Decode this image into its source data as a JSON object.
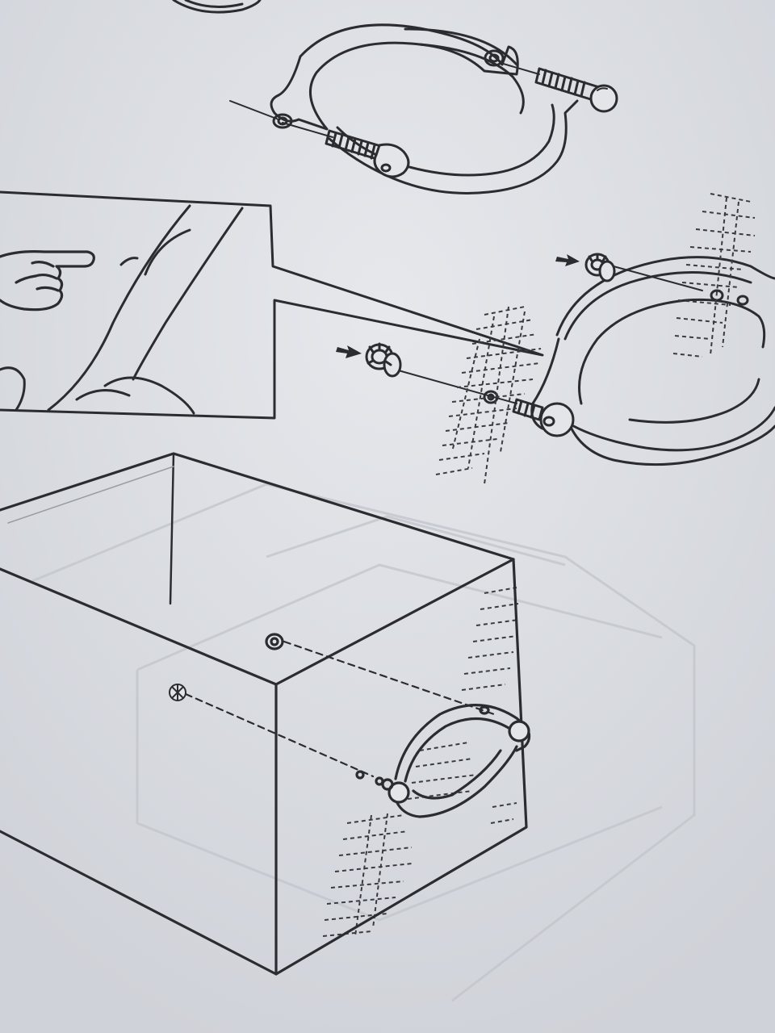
{
  "document": {
    "type": "assembly-instructions",
    "text": []
  },
  "palette": {
    "paper": "#dcdfe4",
    "paper_shadow": "#c9ccd2",
    "ink": "#2b2c30",
    "ghost": "#c3c6cc"
  },
  "illustrations": [
    "handle-exploded-view",
    "detail-callout-with-pointing-hand",
    "handle-with-bolts-inserted",
    "box-with-handle-attached"
  ],
  "icons": [
    "pointing-hand-icon",
    "insert-arrow-icon",
    "cap-nut-icon",
    "cross-hatch-texture"
  ]
}
